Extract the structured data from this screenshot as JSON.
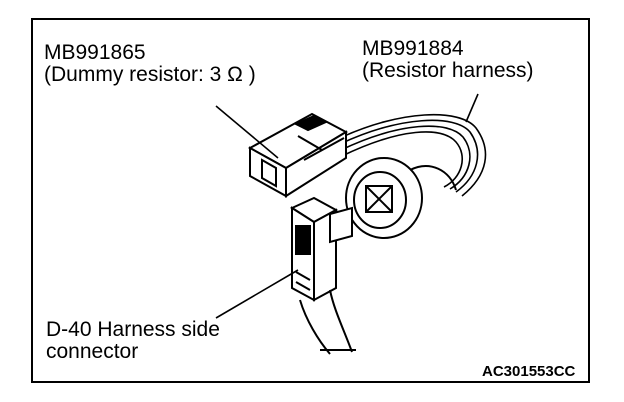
{
  "colors": {
    "ink": "#000000",
    "paper": "#ffffff",
    "shade": "#d9d9d9"
  },
  "labels": {
    "resistor_part": "MB991865",
    "resistor_desc": "(Dummy resistor: 3 Ω )",
    "harness_part": "MB991884",
    "harness_desc": "(Resistor harness)",
    "connector_line1": "D-40 Harness side",
    "connector_line2": "connector",
    "figure_code": "AC301553CC"
  },
  "icons": [
    "dummy-resistor-icon",
    "resistor-harness-icon",
    "harness-side-connector-icon"
  ]
}
